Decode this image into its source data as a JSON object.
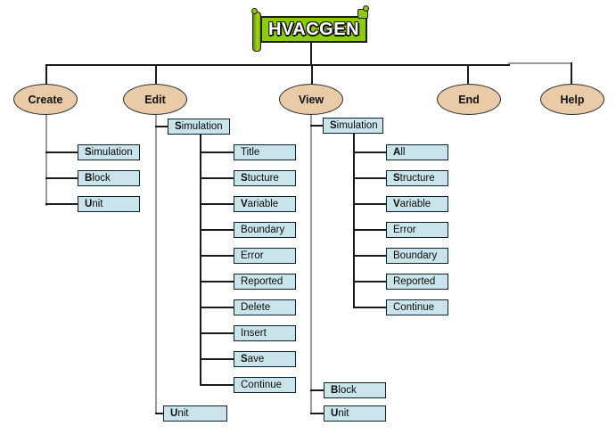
{
  "banner": {
    "title": "HVACGEN"
  },
  "colors": {
    "banner_green": "#8ecb0b",
    "oval_fill": "#eacba8",
    "box_fill": "#c9e4ea",
    "line_black": "#1a1a1a",
    "line_gray": "#9a9a9a"
  },
  "menu_tree": [
    {
      "id": "create",
      "label": "Create",
      "items": [
        {
          "label": "Simulation",
          "bold_first": true
        },
        {
          "label": "Block",
          "bold_first": true
        },
        {
          "label": "Unit",
          "bold_first": true
        }
      ]
    },
    {
      "id": "edit",
      "label": "Edit",
      "items": [
        {
          "label": "Simulation",
          "bold_first": true,
          "items": [
            {
              "label": "Title"
            },
            {
              "label": "Stucture",
              "bold_first": true
            },
            {
              "label": "Variable",
              "bold_first": true
            },
            {
              "label": "Boundary"
            },
            {
              "label": "Error"
            },
            {
              "label": "Reported"
            },
            {
              "label": "Delete"
            },
            {
              "label": "Insert"
            },
            {
              "label": "Save",
              "bold_first": true
            },
            {
              "label": "Continue"
            }
          ]
        },
        {
          "label": "Unit",
          "bold_first": true
        }
      ]
    },
    {
      "id": "view",
      "label": "View",
      "items": [
        {
          "label": "Simulation",
          "bold_first": true,
          "items": [
            {
              "label": "All",
              "bold_first": true
            },
            {
              "label": "Structure",
              "bold_first": true
            },
            {
              "label": "Variable",
              "bold_first": true
            },
            {
              "label": "Error"
            },
            {
              "label": "Boundary"
            },
            {
              "label": "Reported"
            },
            {
              "label": "Continue"
            }
          ]
        },
        {
          "label": "Block",
          "bold_first": true
        },
        {
          "label": "Unit",
          "bold_first": true
        }
      ]
    },
    {
      "id": "end",
      "label": "End",
      "items": []
    },
    {
      "id": "help",
      "label": "Help",
      "items": []
    }
  ]
}
